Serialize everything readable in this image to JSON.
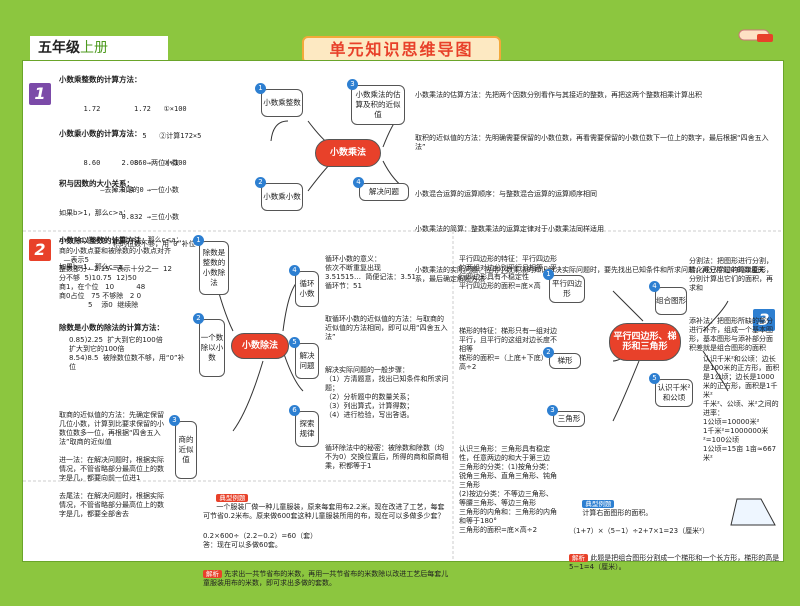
{
  "header": {
    "grade": "五年级",
    "volume": "上册",
    "title": "单元知识思维导图"
  },
  "s1": {
    "num": "1",
    "mul_heading": "小数乘整数的计算方法：",
    "ex1_line1": "  1.72        1.72   ①×100",
    "ex1_line2": "×    5     ×    5   ②计算172×5",
    "ex1_line3": "  8.60        860    ③÷100",
    "ex1_note": "      —去掉末尾的0",
    "dec_heading": "小数乘小数的计算方法：",
    "ex2_line1": "  2.08  →两位小数",
    "ex2_line2": "× 0.4   →一位小数",
    "ex2_line3": "  0.832 →三位小数",
    "ex2_note": "积的位数不够，用“0”补位",
    "rel_heading": "积与因数的大小关系：",
    "rel1": "如果b>1，那么c>a；",
    "rel2": "a×b=c（a≠0）如果b<1，那么c<a；",
    "rel3": "如果b=1，那么c=a。",
    "center": "小数乘法",
    "n1": "小数乘整数",
    "b1": "1",
    "n2": "小数乘小数",
    "b2": "2",
    "n3": "小数乘法的估算及积的近似值",
    "b3": "3",
    "n4": "解决问题",
    "b4": "4",
    "r1": "小数乘法的估算方法：先把两个因数分别看作与其接近的整数，再把这两个整数相乘计算出积",
    "r2": "取积的近似值的方法：先明确需要保留的小数位数，再看需要保留的小数位数下一位上的数字，最后根据“四舍五入法”",
    "r3": "小数混合运算的运算顺序：与整数混合运算的运算顺序相同",
    "r4": "小数乘法的简算：整数乘法的运算定律对于小数乘法同样适用",
    "r5": "小数乘法的实际问题：应用小数乘法的知识解决实际问题时，要先找出已知条件和所求问题，再分析题中的数量关系，最后确定解题方法"
  },
  "s2": {
    "num": "2",
    "h1": "小数除以整数的计算方法：",
    "b1": "商的小数点要和被除数的小数点对齐\n  —表示5\n整数部分—2.15—表示十分之一  12\n分不够  5)10.75  12)50\n商1，在个位   10          48\n商0占位   75 不够除   2 0\n             5    添0  继续除",
    "h2": "除数是小数的除法的计算方法：",
    "b2": "0.85)2.25  扩大到它的100倍\n扩大到它的100倍\n8.54)8.5  被除数位数不够，用“0”补位",
    "b3": "取商的近似值的方法：先确定保留几位小数，计算到比要求保留的小数位数多一位，再根据“四舍五入法”取商的近似值\n\n进一法：在解决问题时，根据实际情况，不管省略部分最高位上的数字是几，都要向前一位进1\n\n去尾法：在解决问题时，根据实际情况，不管省略部分最高位上的数字是几，都要全部舍去",
    "center": "小数除法",
    "n1": "除数是整数的小数除法",
    "bd1": "1",
    "n2": "一个数除以小数",
    "bd2": "2",
    "n3": "商的近似值",
    "bd3": "3",
    "n4": "循环小数",
    "bd4": "4",
    "n5": "解决问题",
    "bd5": "5",
    "n6": "探索规律",
    "bd6": "6",
    "r1": "循环小数的意义：\n依次不断重复出现\n3.51515…  简便记法：3.51\n循环节：51",
    "r2": "取循环小数的近似值的方法：与取商的近似值的方法相同，即可以用“四舍五入法”",
    "r3": "解决实际问题的一般步骤：\n（1）方清题意，找出已知条件和所求问题；\n（2）分析题中的数量关系；\n（3）列出算式，计算得数；\n（4）进行检验，写出答语。",
    "r4": "循环除法中的秘密：被除数和除数（均不为0）交换位置后，所得的商和原商相乘，积都等于1",
    "ex_tag": "典型例题",
    "ex_q": "一个服装厂做一种儿童服装，原来每套用布2.2米。现在改进了工艺，每套可节省0.2米布。原来做600套这种儿童服装所用的布，现在可以多做多少套？",
    "ex_a": "0.2×600÷（2.2−0.2）=60（套）\n答：现在可以多做60套。",
    "ans_tag": "解析",
    "ans_text": "先求出一共节省布的米数，再用一共节省布的米数除以改进工艺后每套儿童服装用布的米数，即可求出多做的套数。"
  },
  "s3": {
    "num": "3",
    "l1": "平行四边形的特征：平行四边形的两组对边分别平行且相等，平行四边形具有不稳定性\n平行四边形的面积=底×高",
    "l2": "梯形的特征：梯形只有一组对边平行，且平行的这组对边长度不相等\n梯形的面积=（上底+下底）×高÷2",
    "l3": "",
    "center": "平行四边形、梯形和三角形",
    "n1": "平行四边形",
    "bd1": "1",
    "n2": "梯形",
    "bd2": "2",
    "n3": "三角形",
    "bd3": "3",
    "n4": "组合图形",
    "bd4": "4",
    "n5": "认识千米²和公顷",
    "bd5": "5",
    "r1": "分割法：把图形进行分割，转化成已学过的简单图形，分别计算出它们的面积，再求和",
    "r2": "添补法：把图形所缺的部分进行补齐，组成一个基本图形，基本图形与添补部分面积差就是组合图形的面积",
    "units": "认识千米²和公顷：边长是100米的正方形，面积是1公顷；边长是1000米的正方形，面积是1千米²\n千米²、公顷、米²之间的进率：\n1公顷=10000米²\n1千米²=1000000米²=100公顷\n1公顷=15亩 1亩≈667米²",
    "tri": "认识三角形：三角形具有稳定性，任意两边的和大于第三边\n三角形的分类：(1)按角分类：锐角三角形、直角三角形、钝角三角形\n(2)按边分类：不等边三角形、等腰三角形、等边三角形\n三角形的内角和：三角形的内角和等于180°\n三角形的面积=底×高÷2",
    "ex_tag": "典型例题",
    "ex_q": "计算右面图形的面积。",
    "ex_a": "（1+7）×（5−1）÷2+7×1=23（厘米²）",
    "ans_tag": "解析",
    "ans_text": "此题是把组合图形分割成一个梯形和一个长方形，梯形的高是5−1=4（厘米）。"
  }
}
